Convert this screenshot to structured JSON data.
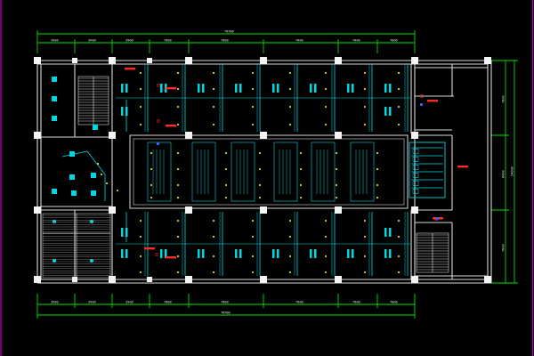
{
  "drawing": {
    "background": "#000000",
    "wall_color": "#d8d8d8",
    "dimension_color": "#00e000",
    "fixture_color": "#00d8e0",
    "accent_color": "#ff2a2a",
    "dot_color": "#ffff40",
    "frame_color": "#c000c0"
  },
  "dimensions": {
    "top_overall": "78900",
    "top_segments": [
      "3900",
      "3900",
      "3900",
      "7800",
      "7800",
      "7800",
      "7800",
      "7800"
    ],
    "bottom_overall": "78900",
    "bottom_segments": [
      "3900",
      "3900",
      "3900",
      "7800",
      "7800",
      "7800",
      "7800",
      "7800"
    ],
    "right_overall": "24000",
    "right_segments": [
      "7800",
      "8400",
      "7800"
    ]
  }
}
